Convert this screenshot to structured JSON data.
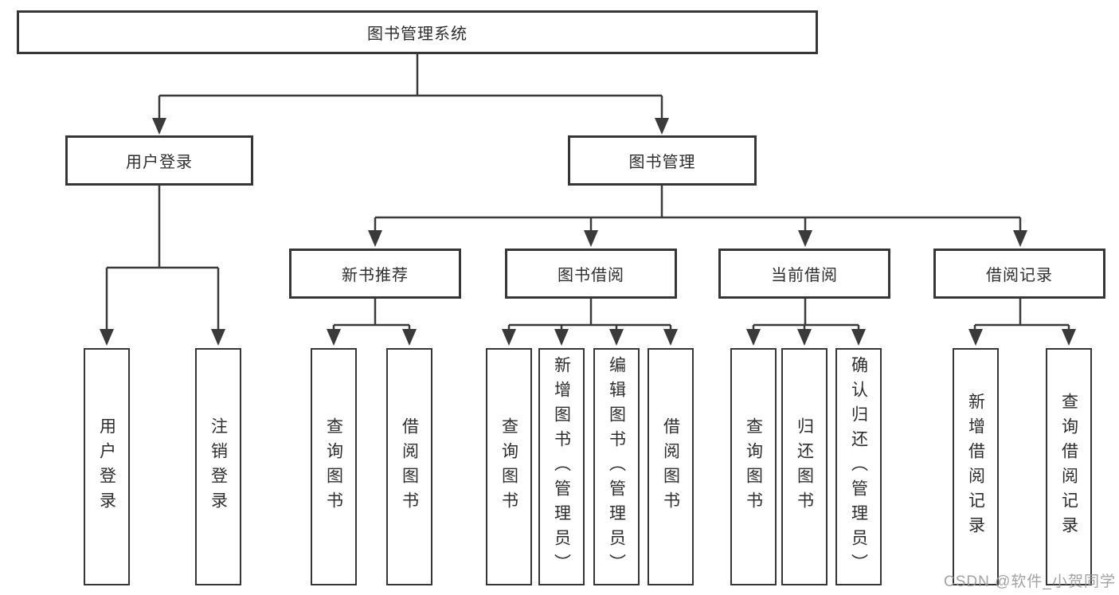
{
  "diagram": {
    "root": {
      "label": "图书管理系统"
    },
    "children": [
      {
        "label": "用户登录",
        "children": [
          {
            "label": "用户登录"
          },
          {
            "label": "注销登录"
          }
        ]
      },
      {
        "label": "图书管理",
        "children": [
          {
            "label": "新书推荐",
            "children": [
              {
                "label": "查询图书"
              },
              {
                "label": "借阅图书"
              }
            ]
          },
          {
            "label": "图书借阅",
            "children": [
              {
                "label": "查询图书"
              },
              {
                "label": "新增图书（管理员）"
              },
              {
                "label": "编辑图书（管理员）"
              },
              {
                "label": "借阅图书"
              }
            ]
          },
          {
            "label": "当前借阅",
            "children": [
              {
                "label": "查询图书"
              },
              {
                "label": "归还图书"
              },
              {
                "label": "确认归还（管理员）"
              }
            ]
          },
          {
            "label": "借阅记录",
            "children": [
              {
                "label": "新增借阅记录"
              },
              {
                "label": "查询借阅记录"
              }
            ]
          }
        ]
      }
    ]
  },
  "watermark": {
    "text": "CSDN @软件_小贺同学"
  },
  "colors": {
    "line": "#3a3a3a",
    "box_border": "#363636",
    "text": "#2d2d2d",
    "watermark": "#989898",
    "background": "#ffffff"
  }
}
